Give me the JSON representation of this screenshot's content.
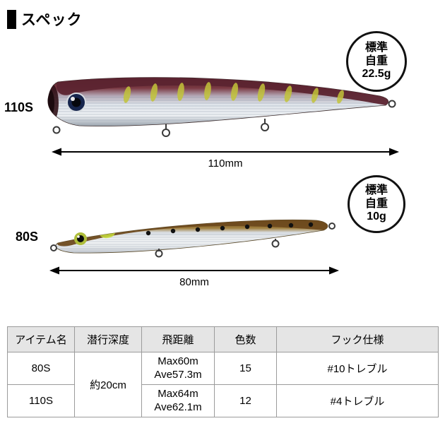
{
  "header": {
    "title": "スペック"
  },
  "lures": [
    {
      "label": "110S",
      "badge": {
        "line1": "標準",
        "line2": "自重",
        "line3": "22.5g"
      },
      "length_label": "110mm"
    },
    {
      "label": "80S",
      "badge": {
        "line1": "標準",
        "line2": "自重",
        "line3": "10g"
      },
      "length_label": "80mm"
    }
  ],
  "table": {
    "headers": [
      "アイテム名",
      "潜行深度",
      "飛距離",
      "色数",
      "フック仕様"
    ],
    "depth_shared": "約20cm",
    "rows": [
      {
        "item": "80S",
        "distance_max": "Max60m",
        "distance_ave": "Ave57.3m",
        "colors": "15",
        "hook": "#10トレブル"
      },
      {
        "item": "110S",
        "distance_max": "Max64m",
        "distance_ave": "Ave62.1m",
        "colors": "12",
        "hook": "#4トレブル"
      }
    ]
  },
  "colors": {
    "badge_border": "#111111",
    "table_header_bg": "#e5e5e5",
    "table_border": "#9b9b9b",
    "lure110_back": "#5c2430",
    "lure110_mark": "#c2c43a",
    "lure80_back": "#6e4a1e",
    "lure80_spot": "#c6dc3a"
  }
}
